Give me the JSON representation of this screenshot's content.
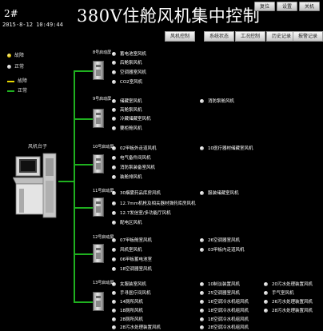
{
  "header": {
    "station": "2#",
    "datetime": "2015-8-12  10:49:44",
    "title": "380V住舱风机集中控制",
    "top_buttons": [
      "复位",
      "设置",
      "关机"
    ],
    "nav_buttons": [
      "风机控制",
      "系统状态",
      "工况控制",
      "历史记录",
      "报警记录"
    ]
  },
  "legend": {
    "fault_label": "故障",
    "normal_label": "正常",
    "line_fault_label": "故障",
    "line_normal_label": "正常",
    "fault_color": "#e0c000",
    "line_fault_color": "#e8d800",
    "line_normal_color": "#1fb01f"
  },
  "console": {
    "label": "风机台子"
  },
  "groups": [
    {
      "label": "8号启动屏",
      "fans_left": [
        "蓄电池室风机",
        "后舱泵风机",
        "空调器室风机",
        "CO2室风机"
      ],
      "fans_right": []
    },
    {
      "label": "9号启动屏",
      "fans_left": [
        "储藏室风机",
        "高舱泵风机",
        "冷藏储藏室风机",
        "要柜舱风机"
      ],
      "fans_right": [
        "消防泵舱风机"
      ]
    },
    {
      "label": "10号启动屏",
      "fans_left": [
        "02甲板外走道风机",
        "电气备件间风机",
        "消防泵装备室风机",
        "装舱排风机"
      ],
      "fans_right": [
        "10医疗器材储藏室风机"
      ]
    },
    {
      "label": "11号启动屏",
      "fans_left": [
        "30烟雾药品库房风机",
        "12.7mm机枪及相关器材弹药库房风机",
        "12.7发信室/多功能厅风机",
        "配电区风机"
      ],
      "fans_right": [
        "服装储藏室风机"
      ]
    },
    {
      "label": "12号启动屏",
      "fans_left": [
        "07甲板舱室风机",
        "风机室风机",
        "06甲板蓄电池室",
        "18空调器室风机"
      ],
      "fans_right": [
        "26空调器室风机",
        "03甲板内走道风机"
      ]
    },
    {
      "label": "13号启动屏",
      "fans_left": [
        "女服装室风机",
        "手寻医疗间风机",
        "14厕所风机",
        "18厕所风机",
        "28厕所风机",
        "28污水处理装置风机"
      ],
      "fans_right": [
        "10制淡装置风机",
        "25空调器室风机",
        "16空调冷水机组风机",
        "18空调冷水机组风机",
        "18空调冷水机组风机",
        "28空调冷水机组风机"
      ],
      "fans_far": [
        "20污水处理装置风机",
        "手气室风机",
        "26污水处理装置风机",
        "28污水处理装置风机"
      ]
    }
  ]
}
